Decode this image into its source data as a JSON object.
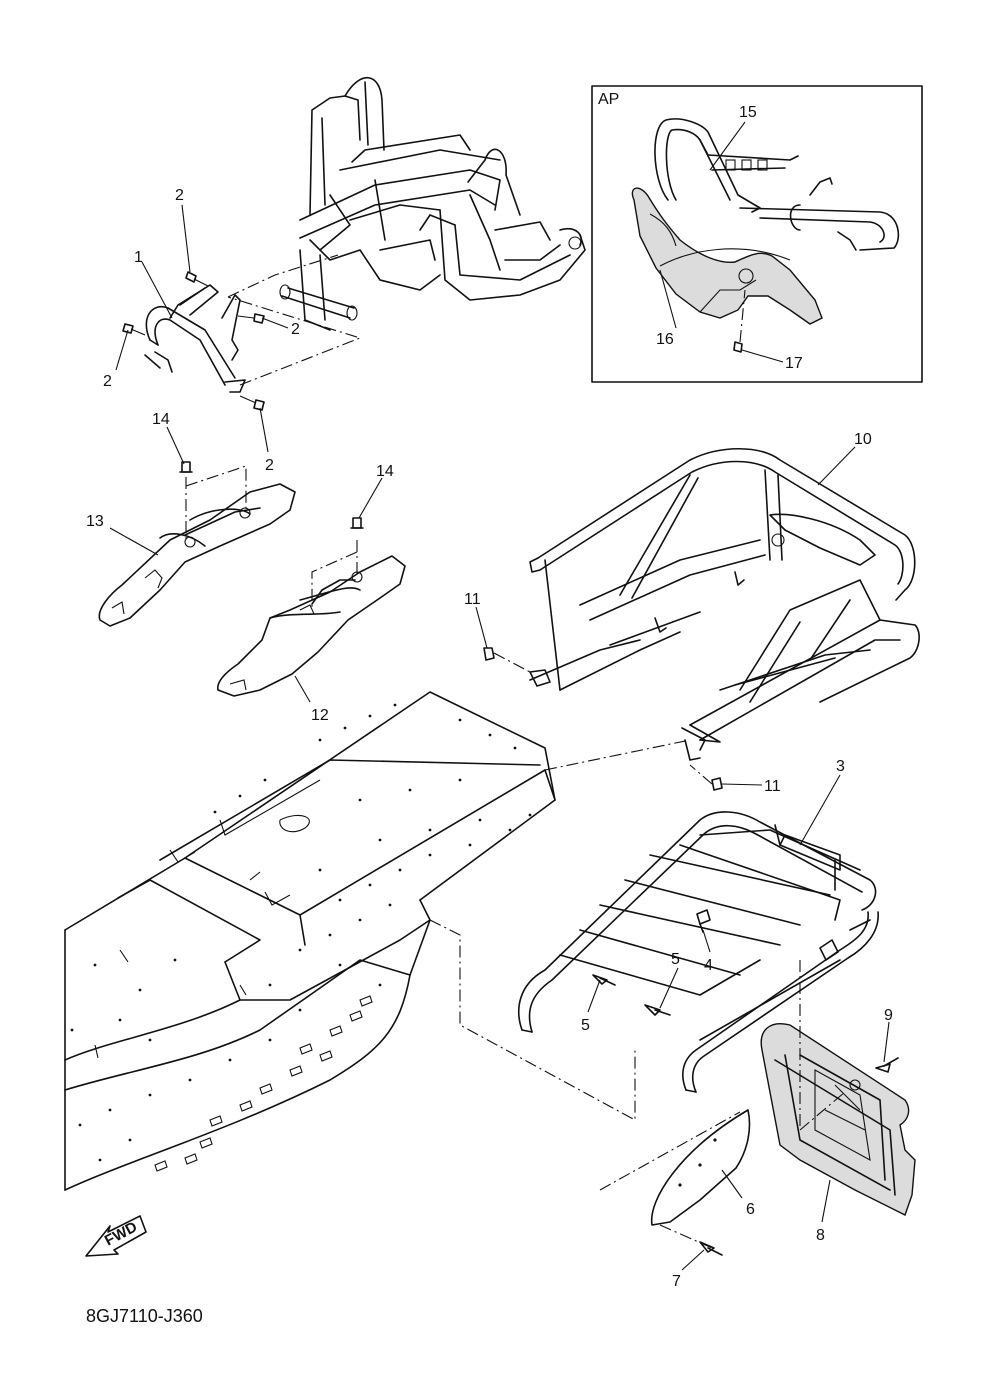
{
  "diagram": {
    "drawing_code": "8GJ7110-J360",
    "inset_label": "AP",
    "fwd_label": "FWD",
    "callouts": [
      {
        "id": "c1",
        "text": "1"
      },
      {
        "id": "c2a",
        "text": "2"
      },
      {
        "id": "c2b",
        "text": "2"
      },
      {
        "id": "c2c",
        "text": "2"
      },
      {
        "id": "c2d",
        "text": "2"
      },
      {
        "id": "c3",
        "text": "3"
      },
      {
        "id": "c4",
        "text": "4"
      },
      {
        "id": "c5a",
        "text": "5"
      },
      {
        "id": "c5b",
        "text": "5"
      },
      {
        "id": "c6",
        "text": "6"
      },
      {
        "id": "c7",
        "text": "7"
      },
      {
        "id": "c8",
        "text": "8"
      },
      {
        "id": "c9",
        "text": "9"
      },
      {
        "id": "c10",
        "text": "10"
      },
      {
        "id": "c11a",
        "text": "11"
      },
      {
        "id": "c11b",
        "text": "11"
      },
      {
        "id": "c12",
        "text": "12"
      },
      {
        "id": "c13",
        "text": "13"
      },
      {
        "id": "c14a",
        "text": "14"
      },
      {
        "id": "c14b",
        "text": "14"
      },
      {
        "id": "c15",
        "text": "15"
      },
      {
        "id": "c16",
        "text": "16"
      },
      {
        "id": "c17",
        "text": "17"
      }
    ]
  }
}
